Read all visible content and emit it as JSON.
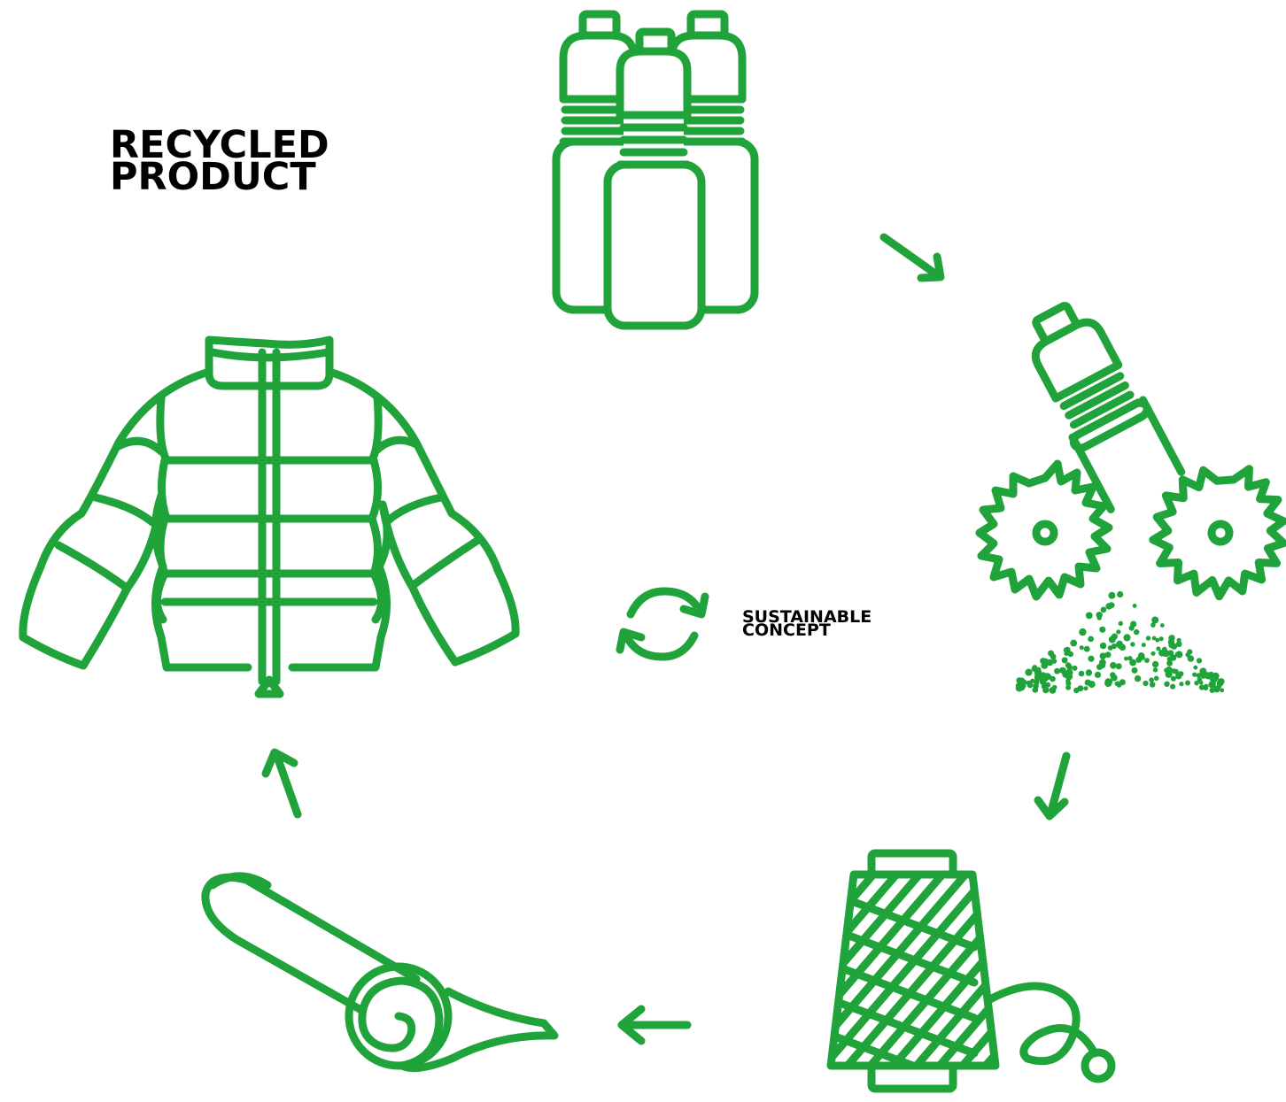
{
  "title": {
    "line1": "RECYCLED",
    "line2": "PRODUCT"
  },
  "center": {
    "line1": "SUSTAINABLE",
    "line2": "CONCEPT",
    "icon": "recycle-cycle-icon"
  },
  "steps": [
    {
      "icon": "plastic-bottles-icon"
    },
    {
      "icon": "bottle-shredder-icon"
    },
    {
      "icon": "yarn-spool-icon"
    },
    {
      "icon": "fabric-roll-icon"
    },
    {
      "icon": "puffer-jacket-icon"
    }
  ],
  "colors": {
    "accent": "#1fa33a",
    "text": "#000000",
    "background": "#ffffff"
  }
}
